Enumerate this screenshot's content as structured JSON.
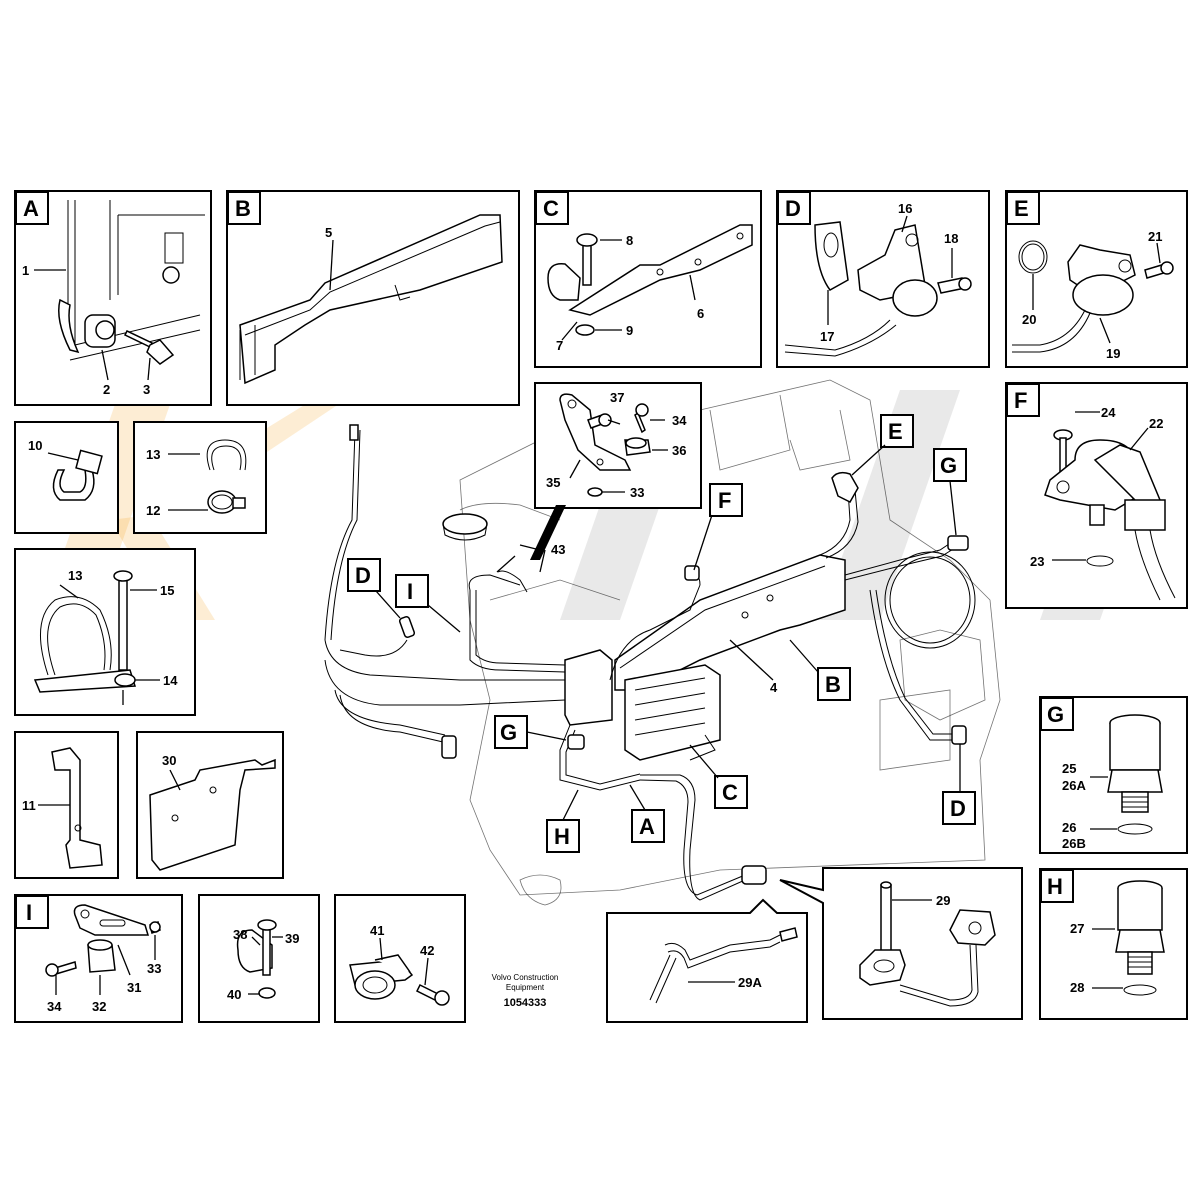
{
  "boxes": {
    "A": {
      "tag": "A",
      "labels": [
        "1",
        "2",
        "3"
      ]
    },
    "B": {
      "tag": "B",
      "labels": [
        "5"
      ]
    },
    "C": {
      "tag": "C",
      "labels": [
        "8",
        "6",
        "7",
        "9"
      ]
    },
    "D": {
      "tag": "D",
      "labels": [
        "16",
        "18",
        "17"
      ]
    },
    "E": {
      "tag": "E",
      "labels": [
        "21",
        "20",
        "19"
      ]
    },
    "F": {
      "tag": "F",
      "labels": [
        "24",
        "22",
        "23"
      ]
    },
    "G": {
      "tag": "G",
      "labels": [
        "25",
        "26A",
        "26",
        "26B"
      ]
    },
    "H": {
      "tag": "H",
      "labels": [
        "27",
        "28"
      ]
    },
    "I": {
      "tag": "I",
      "labels": [
        "33",
        "34",
        "32",
        "31"
      ]
    },
    "clip10": {
      "labels": [
        "10"
      ]
    },
    "ring13": {
      "labels": [
        "13",
        "12"
      ]
    },
    "strap": {
      "labels": [
        "13",
        "15",
        "14"
      ]
    },
    "bracket11": {
      "labels": [
        "11"
      ]
    },
    "plate30": {
      "labels": [
        "30"
      ]
    },
    "clip38": {
      "labels": [
        "38",
        "39",
        "40"
      ]
    },
    "clip41": {
      "labels": [
        "41",
        "42"
      ]
    },
    "detail29A": {
      "labels": [
        "29A"
      ]
    },
    "detail29": {
      "labels": [
        "29"
      ]
    }
  },
  "main": {
    "tags": [
      "E",
      "G",
      "F",
      "D",
      "I",
      "B",
      "G",
      "C",
      "D",
      "H",
      "A"
    ],
    "callout_labels": [
      "37",
      "34",
      "36",
      "35",
      "33",
      "43",
      "4"
    ]
  },
  "footer": {
    "brand_line1": "Volvo Construction",
    "brand_line2": "Equipment",
    "doc_number": "1054333"
  }
}
